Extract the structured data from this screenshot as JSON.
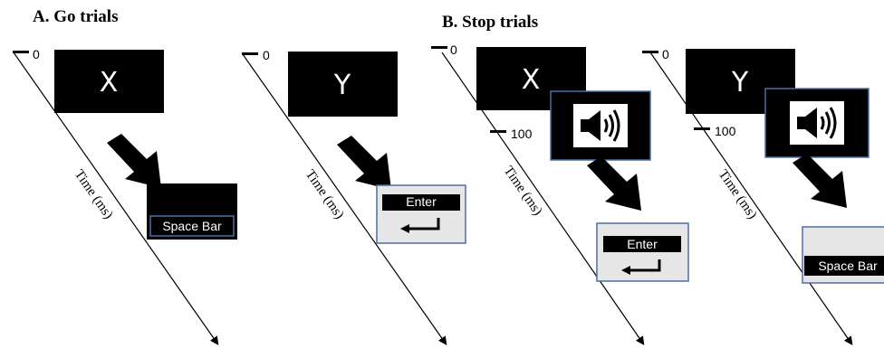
{
  "panels": {
    "go": {
      "heading": "A. Go trials"
    },
    "stop": {
      "heading": "B. Stop trials"
    }
  },
  "time_axis": {
    "title": "Time (ms)",
    "tick_zero": "0",
    "tick_signal": "100"
  },
  "trials": [
    {
      "stimulus": "X",
      "key": "Space Bar"
    },
    {
      "stimulus": "Y",
      "key": "Enter"
    },
    {
      "stimulus": "X",
      "key": "Enter",
      "signal": "speaker-icon"
    },
    {
      "stimulus": "Y",
      "key": "Space Bar",
      "signal": "speaker-icon"
    }
  ],
  "colors": {
    "key_border": "#4a6fa5",
    "key_panel": "#e6e6e6",
    "stimulus": "#000000"
  }
}
